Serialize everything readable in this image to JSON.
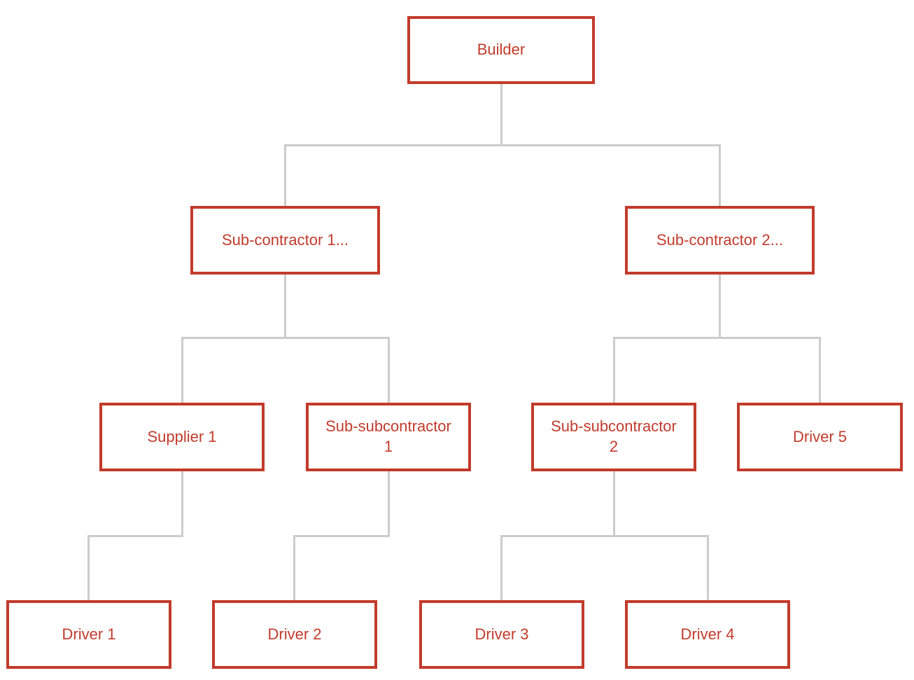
{
  "diagram": {
    "type": "org-chart",
    "nodes": {
      "builder": {
        "label": "Builder",
        "parent": null
      },
      "sub_contractor_1": {
        "label": "Sub-contractor 1...",
        "parent": "builder"
      },
      "sub_contractor_2": {
        "label": "Sub-contractor 2...",
        "parent": "builder"
      },
      "supplier_1": {
        "label": "Supplier 1",
        "parent": "sub_contractor_1"
      },
      "sub_subcontractor_1": {
        "label": "Sub-subcontractor 1",
        "parent": "sub_contractor_1"
      },
      "sub_subcontractor_2": {
        "label": "Sub-subcontractor 2",
        "parent": "sub_contractor_2"
      },
      "driver_5": {
        "label": "Driver 5",
        "parent": "sub_contractor_2"
      },
      "driver_1": {
        "label": "Driver 1",
        "parent": "supplier_1"
      },
      "driver_2": {
        "label": "Driver 2",
        "parent": "sub_subcontractor_1"
      },
      "driver_3": {
        "label": "Driver 3",
        "parent": "sub_subcontractor_2"
      },
      "driver_4": {
        "label": "Driver 4",
        "parent": "sub_subcontractor_2"
      }
    },
    "colors": {
      "node_border": "#c23b2b",
      "node_text": "#c23b2b",
      "node_background": "#ffffff",
      "connector": "#cccccc",
      "page_background": "#ffffff"
    }
  }
}
